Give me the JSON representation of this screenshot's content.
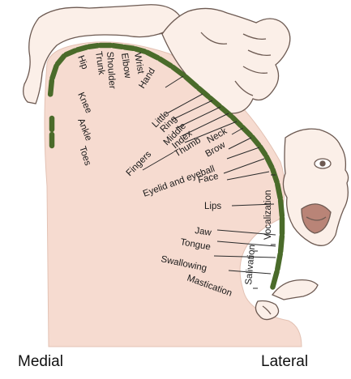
{
  "labels": {
    "toes": "Toes",
    "ankle": "Ankle",
    "knee": "Knee",
    "hip": "Hip",
    "trunk": "Trunk",
    "shoulder": "Shoulder",
    "elbow": "Elbow",
    "wrist": "Wrist",
    "hand": "Hand",
    "little": "Little",
    "ring": "Ring",
    "middle": "Middle",
    "index": "Index",
    "thumb": "Thumb",
    "fingers": "Fingers",
    "neck": "Neck",
    "brow": "Brow",
    "eyelid": "Eyelid and eyeball",
    "face": "Face",
    "lips": "Lips",
    "vocalization": "Vocalization",
    "jaw": "Jaw",
    "tongue": "Tongue",
    "swallowing": "Swallowing",
    "salivation": "Salivation",
    "mastication": "Mastication"
  },
  "captions": {
    "left": "Medial",
    "right": "Lateral"
  },
  "colors": {
    "cortex_segment": "#4a6b2a",
    "tissue_fill": "#f6dbd0",
    "skin_stroke": "#6d5a52"
  }
}
